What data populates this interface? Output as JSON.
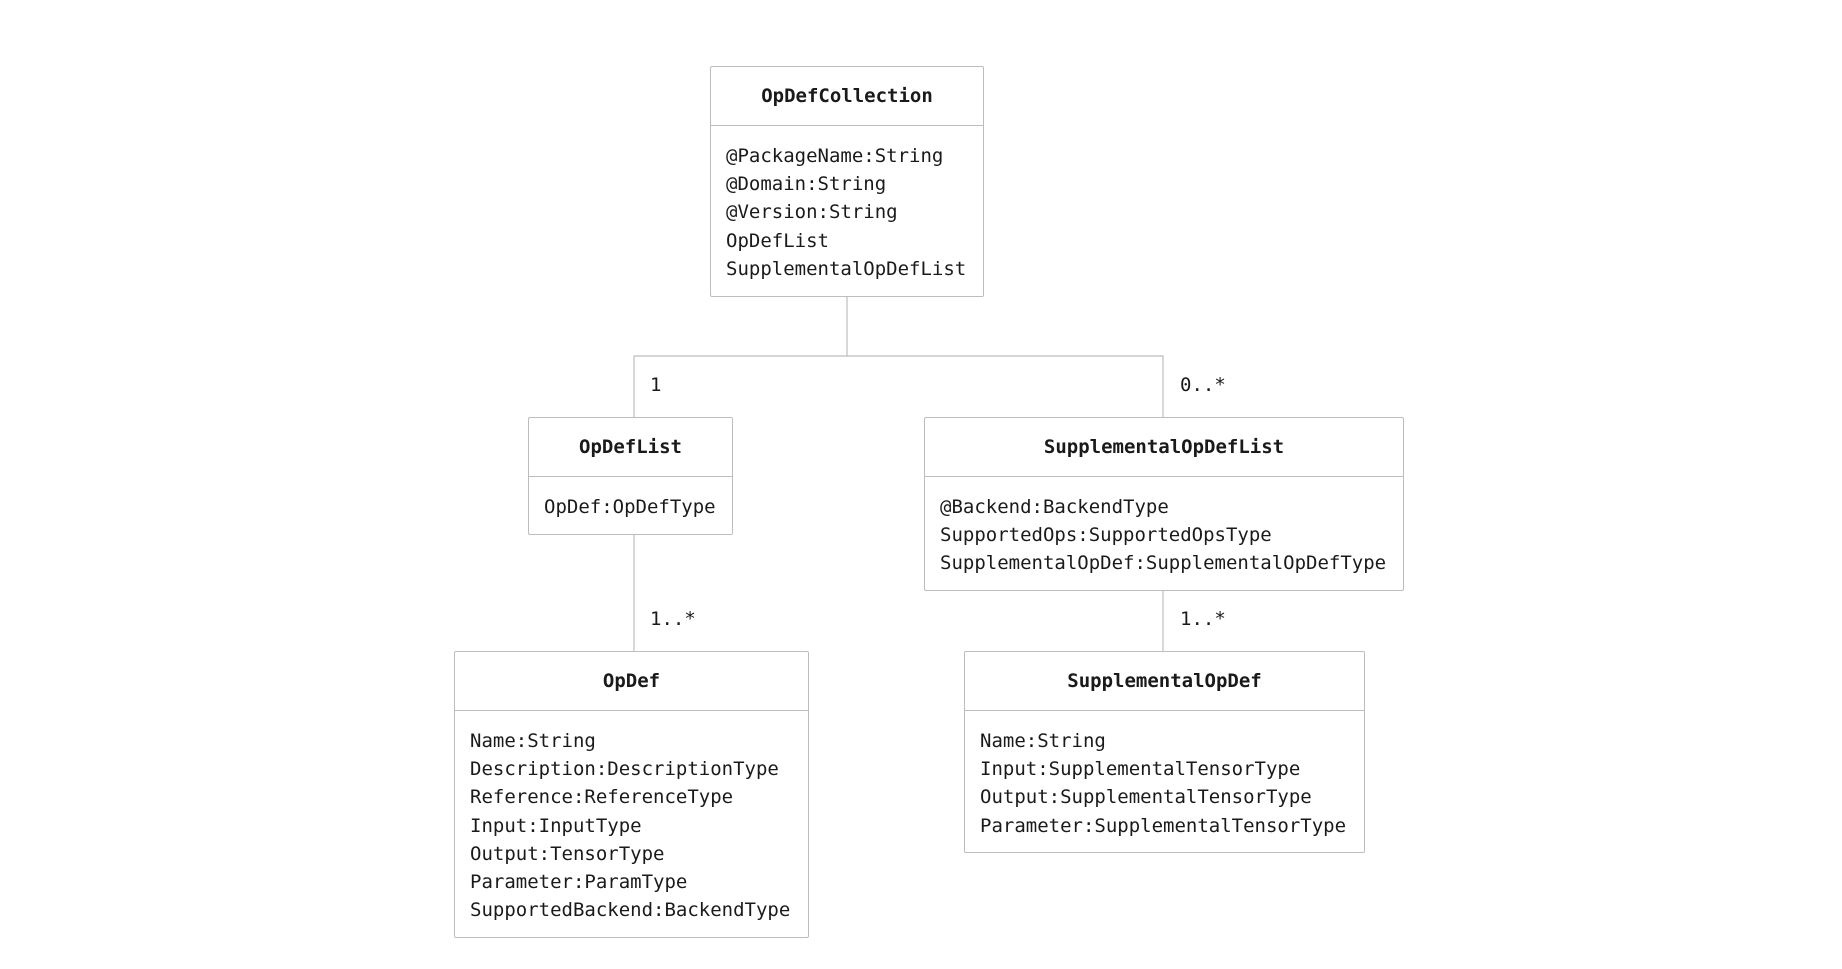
{
  "diagram": {
    "classes": [
      {
        "id": "opdefcollection",
        "name": "OpDefCollection",
        "attributes": [
          "@PackageName:String",
          "@Domain:String",
          "@Version:String",
          "OpDefList",
          "SupplementalOpDefList"
        ]
      },
      {
        "id": "opdeflist",
        "name": "OpDefList",
        "attributes": [
          "OpDef:OpDefType"
        ]
      },
      {
        "id": "supplementalopdeflist",
        "name": "SupplementalOpDefList",
        "attributes": [
          "@Backend:BackendType",
          "SupportedOps:SupportedOpsType",
          "SupplementalOpDef:SupplementalOpDefType"
        ]
      },
      {
        "id": "opdef",
        "name": "OpDef",
        "attributes": [
          "Name:String",
          "Description:DescriptionType",
          "Reference:ReferenceType",
          "Input:InputType",
          "Output:TensorType",
          "Parameter:ParamType",
          "SupportedBackend:BackendType"
        ]
      },
      {
        "id": "supplementalopdef",
        "name": "SupplementalOpDef",
        "attributes": [
          "Name:String",
          "Input:SupplementalTensorType",
          "Output:SupplementalTensorType",
          "Parameter:SupplementalTensorType"
        ]
      }
    ],
    "associations": [
      {
        "id": "collection-to-opdeflist",
        "from": "OpDefCollection",
        "to": "OpDefList",
        "multiplicity": "1"
      },
      {
        "id": "collection-to-supplemental",
        "from": "OpDefCollection",
        "to": "SupplementalOpDefList",
        "multiplicity": "0..*"
      },
      {
        "id": "opdeflist-to-opdef",
        "from": "OpDefList",
        "to": "OpDef",
        "multiplicity": "1..*"
      },
      {
        "id": "supplemental-to-supplementalopdef",
        "from": "SupplementalOpDefList",
        "to": "SupplementalOpDef",
        "multiplicity": "1..*"
      }
    ]
  }
}
